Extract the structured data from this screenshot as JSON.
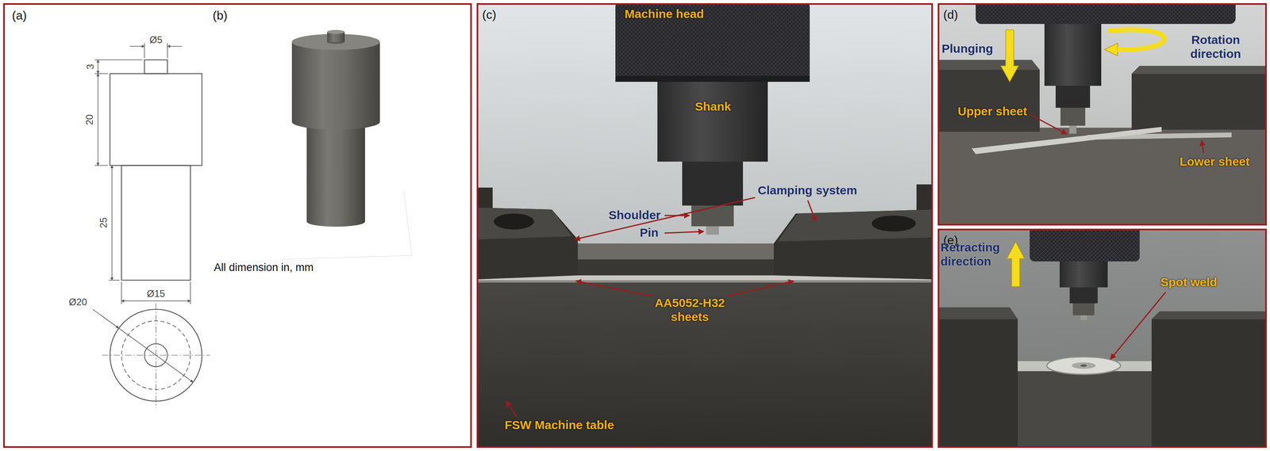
{
  "diagram": {
    "nodes": [
      {
        "text": [
          "(a)",
          "(b)"
        ]
      },
      {
        "text": [
          "(c)"
        ]
      },
      {
        "text": [
          "(d)"
        ]
      },
      {
        "text": [
          "(e)"
        ]
      }
    ],
    "labels": [
      "Ø5",
      "3",
      "20",
      "25",
      "Ø15",
      "Ø20",
      "All dimension in, mm",
      "Machine head",
      "Shank",
      "Shoulder",
      "Pin",
      "Clamping system",
      "AA5052-H32 sheets",
      "FSW Machine table",
      "Plunging",
      "Rotation direction",
      "Upper sheet",
      "Lower sheet",
      "Retracting direction",
      "Spot weld"
    ]
  }
}
